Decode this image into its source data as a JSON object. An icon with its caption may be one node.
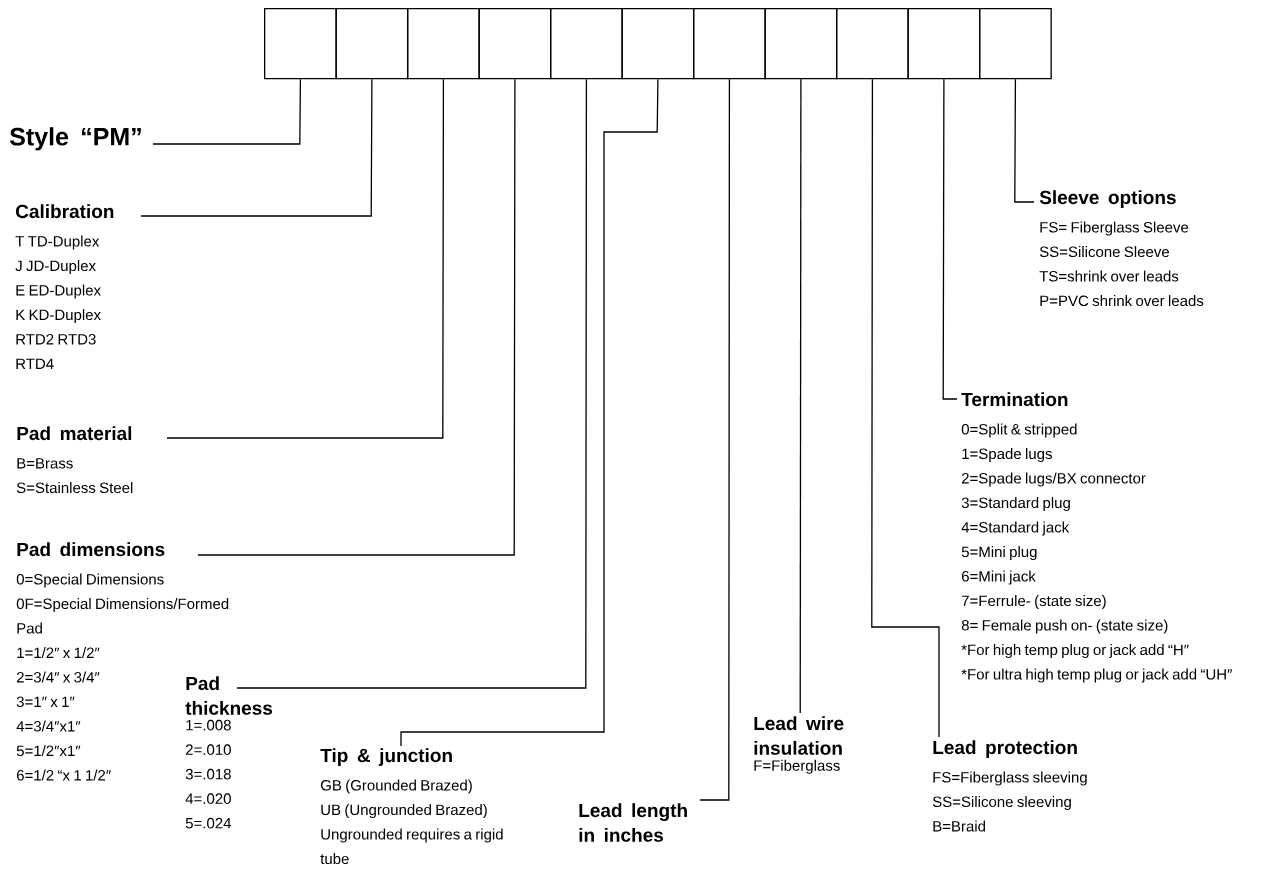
{
  "diagram": {
    "nodes": [
      {
        "text": [],
        "shape": "box"
      },
      {
        "text": [],
        "shape": "box"
      },
      {
        "text": [],
        "shape": "box"
      },
      {
        "text": [],
        "shape": "box"
      },
      {
        "text": [],
        "shape": "box"
      },
      {
        "text": [],
        "shape": "box"
      },
      {
        "text": [],
        "shape": "box"
      },
      {
        "text": [],
        "shape": "box"
      },
      {
        "text": [],
        "shape": "box"
      },
      {
        "text": [],
        "shape": "box"
      },
      {
        "text": [],
        "shape": "box"
      },
      {
        "text": [
          "Style “PM”"
        ]
      },
      {
        "text": [
          "Calibration",
          "T TD-Duplex",
          "J JD-Duplex",
          "E ED-Duplex",
          "K KD-Duplex",
          "RTD2 RTD3",
          "RTD4"
        ]
      },
      {
        "text": [
          "Pad material",
          "B=Brass",
          "S=Stainless Steel"
        ]
      },
      {
        "text": [
          "Pad dimensions",
          "0=Special Dimensions",
          "0F=Special Dimensions/Formed Pad",
          "1=1/2″ x 1/2″",
          "2=3/4″ x 3/4″",
          "3=1″ x 1″",
          "4=3/4″x1″",
          "5=1/2″x1″",
          "6=1/2 “x 1 1/2″"
        ]
      },
      {
        "text": [
          "Pad thickness",
          "1=.008",
          "2=.010",
          "3=.018",
          "4=.020",
          "5=.024"
        ]
      },
      {
        "text": [
          "Tip & junction",
          "GB (Grounded Brazed)",
          "UB (Ungrounded Brazed)",
          "Ungrounded requires a rigid tube"
        ]
      },
      {
        "text": [
          "Lead length in inches"
        ]
      },
      {
        "text": [
          "Lead wire insulation",
          "F=Fiberglass"
        ]
      },
      {
        "text": [
          "Lead protection",
          "FS=Fiberglass sleeving",
          "SS=Silicone sleeving",
          "B=Braid"
        ]
      },
      {
        "text": [
          "Termination",
          "0=Split & stripped",
          "1=Spade lugs",
          "2=Spade lugs/BX connector",
          "3=Standard plug",
          "4=Standard jack",
          "5=Mini plug",
          "6=Mini jack",
          "7=Ferrule- (state size)",
          "8= Female push on- (state size)",
          "*For high temp plug or jack add “H″",
          "*For ultra high temp plug or jack add “UH″"
        ]
      },
      {
        "text": [
          "Sleeve options",
          "FS= Fiberglass Sleeve",
          "SS=Silicone Sleeve",
          "TS=shrink over leads",
          "P=PVC shrink over leads"
        ]
      }
    ],
    "edges": [
      {
        "from": 0,
        "to": 11,
        "arrow": "none"
      },
      {
        "from": 1,
        "to": 12,
        "arrow": "none"
      },
      {
        "from": 2,
        "to": 13,
        "arrow": "none"
      },
      {
        "from": 3,
        "to": 14,
        "arrow": "none"
      },
      {
        "from": 4,
        "to": 15,
        "arrow": "none"
      },
      {
        "from": 5,
        "to": 16,
        "arrow": "none"
      },
      {
        "from": 6,
        "to": 17,
        "arrow": "none"
      },
      {
        "from": 7,
        "to": 18,
        "arrow": "none"
      },
      {
        "from": 8,
        "to": 19,
        "arrow": "none"
      },
      {
        "from": 9,
        "to": 20,
        "arrow": "none"
      },
      {
        "from": 10,
        "to": 21,
        "arrow": "none"
      }
    ]
  }
}
